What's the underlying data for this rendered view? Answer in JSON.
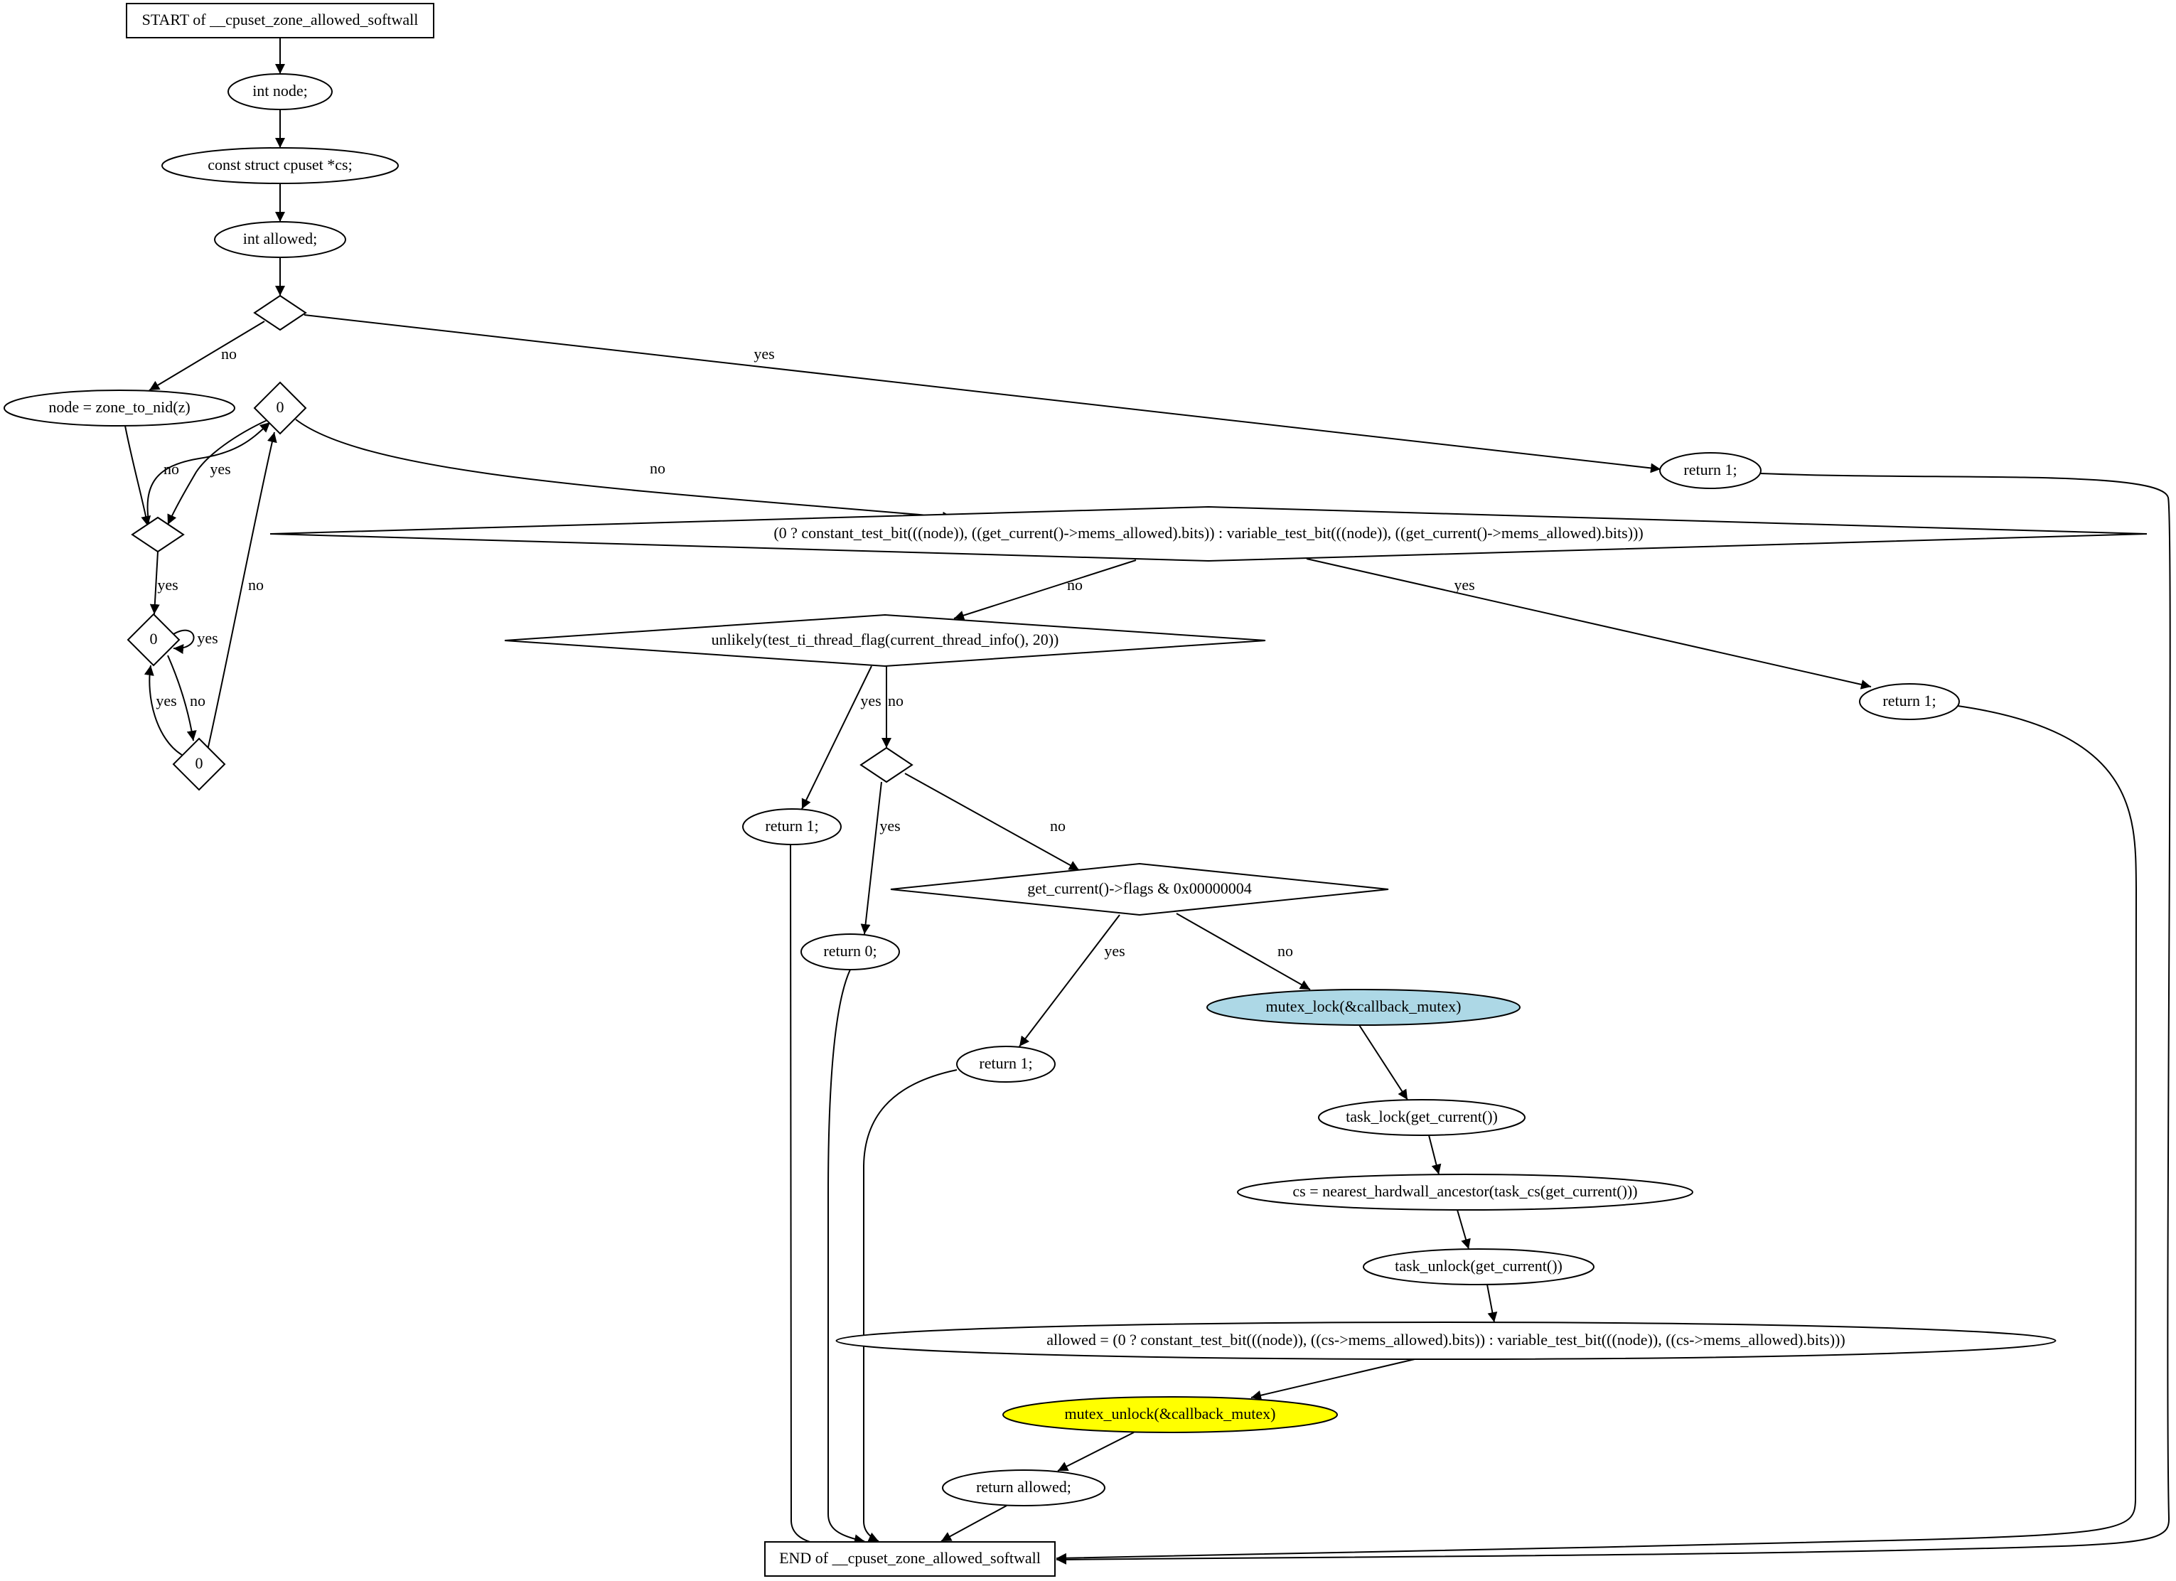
{
  "diagram": {
    "nodes": [
      {
        "id": "start",
        "shape": "box",
        "label": "START of __cpuset_zone_allowed_softwall"
      },
      {
        "id": "decl_node",
        "shape": "ellipse",
        "label": "int node;"
      },
      {
        "id": "decl_cs",
        "shape": "ellipse",
        "label": "const struct cpuset *cs;"
      },
      {
        "id": "decl_allowed",
        "shape": "ellipse",
        "label": "int allowed;"
      },
      {
        "id": "d_first",
        "shape": "diamond",
        "label": ""
      },
      {
        "id": "node_assign",
        "shape": "ellipse",
        "label": "node = zone_to_nid(z)"
      },
      {
        "id": "d_zero_a",
        "shape": "diamond",
        "label": "0"
      },
      {
        "id": "return1_a",
        "shape": "ellipse",
        "label": "return 1;"
      },
      {
        "id": "d_loop",
        "shape": "diamond",
        "label": ""
      },
      {
        "id": "d_zero_b",
        "shape": "diamond",
        "label": "0"
      },
      {
        "id": "d_zero_c",
        "shape": "diamond",
        "label": "0"
      },
      {
        "id": "d_test_bit",
        "shape": "diamond",
        "label": "(0 ? constant_test_bit(((node)), ((get_current()->mems_allowed).bits)) : variable_test_bit(((node)), ((get_current()->mems_allowed).bits)))"
      },
      {
        "id": "d_unlikely",
        "shape": "diamond",
        "label": "unlikely(test_ti_thread_flag(current_thread_info(), 20))"
      },
      {
        "id": "return1_b",
        "shape": "ellipse",
        "label": "return 1;"
      },
      {
        "id": "return1_c",
        "shape": "ellipse",
        "label": "return 1;"
      },
      {
        "id": "d_mid",
        "shape": "diamond",
        "label": ""
      },
      {
        "id": "return0",
        "shape": "ellipse",
        "label": "return 0;"
      },
      {
        "id": "d_flags",
        "shape": "diamond",
        "label": "get_current()->flags & 0x00000004"
      },
      {
        "id": "return1_d",
        "shape": "ellipse",
        "label": "return 1;"
      },
      {
        "id": "mutex_lock",
        "shape": "ellipse",
        "label": "mutex_lock(&callback_mutex)"
      },
      {
        "id": "task_lock",
        "shape": "ellipse",
        "label": "task_lock(get_current())"
      },
      {
        "id": "cs_assign",
        "shape": "ellipse",
        "label": "cs = nearest_hardwall_ancestor(task_cs(get_current()))"
      },
      {
        "id": "task_unlock",
        "shape": "ellipse",
        "label": "task_unlock(get_current())"
      },
      {
        "id": "allowed_assign",
        "shape": "ellipse",
        "label": "allowed = (0 ? constant_test_bit(((node)), ((cs->mems_allowed).bits)) : variable_test_bit(((node)), ((cs->mems_allowed).bits)))"
      },
      {
        "id": "mutex_unlock",
        "shape": "ellipse",
        "label": "mutex_unlock(&callback_mutex)"
      },
      {
        "id": "return_allowed",
        "shape": "ellipse",
        "label": "return allowed;"
      },
      {
        "id": "end",
        "shape": "box",
        "label": "END of __cpuset_zone_allowed_softwall"
      }
    ],
    "edges": [
      {
        "from": "start",
        "to": "decl_node",
        "label": ""
      },
      {
        "from": "decl_node",
        "to": "decl_cs",
        "label": ""
      },
      {
        "from": "decl_cs",
        "to": "decl_allowed",
        "label": ""
      },
      {
        "from": "decl_allowed",
        "to": "d_first",
        "label": ""
      },
      {
        "from": "d_first",
        "to": "node_assign",
        "label": "no"
      },
      {
        "from": "d_first",
        "to": "return1_a",
        "label": "yes"
      },
      {
        "from": "node_assign",
        "to": "d_loop",
        "label": ""
      },
      {
        "from": "d_loop",
        "to": "d_zero_a",
        "label": "no"
      },
      {
        "from": "d_zero_a",
        "to": "d_loop",
        "label": "yes"
      },
      {
        "from": "d_zero_a",
        "to": "d_test_bit",
        "label": "no"
      },
      {
        "from": "d_loop",
        "to": "d_zero_b",
        "label": "yes"
      },
      {
        "from": "d_zero_b",
        "to": "d_zero_b",
        "label": "yes"
      },
      {
        "from": "d_zero_b",
        "to": "d_zero_c",
        "label": "no"
      },
      {
        "from": "d_zero_c",
        "to": "d_zero_b",
        "label": "yes"
      },
      {
        "from": "d_zero_c",
        "to": "d_zero_a",
        "label": "no"
      },
      {
        "from": "d_test_bit",
        "to": "d_unlikely",
        "label": "no"
      },
      {
        "from": "d_test_bit",
        "to": "return1_c",
        "label": "yes"
      },
      {
        "from": "d_unlikely",
        "to": "return1_b",
        "label": "yes"
      },
      {
        "from": "d_unlikely",
        "to": "d_mid",
        "label": "no"
      },
      {
        "from": "d_mid",
        "to": "return0",
        "label": "yes"
      },
      {
        "from": "d_mid",
        "to": "d_flags",
        "label": "no"
      },
      {
        "from": "d_flags",
        "to": "return1_d",
        "label": "yes"
      },
      {
        "from": "d_flags",
        "to": "mutex_lock",
        "label": "no"
      },
      {
        "from": "mutex_lock",
        "to": "task_lock",
        "label": ""
      },
      {
        "from": "task_lock",
        "to": "cs_assign",
        "label": ""
      },
      {
        "from": "cs_assign",
        "to": "task_unlock",
        "label": ""
      },
      {
        "from": "task_unlock",
        "to": "allowed_assign",
        "label": ""
      },
      {
        "from": "allowed_assign",
        "to": "mutex_unlock",
        "label": ""
      },
      {
        "from": "mutex_unlock",
        "to": "return_allowed",
        "label": ""
      },
      {
        "from": "return1_a",
        "to": "end",
        "label": ""
      },
      {
        "from": "return1_b",
        "to": "end",
        "label": ""
      },
      {
        "from": "return1_c",
        "to": "end",
        "label": ""
      },
      {
        "from": "return0",
        "to": "end",
        "label": ""
      },
      {
        "from": "return1_d",
        "to": "end",
        "label": ""
      },
      {
        "from": "return_allowed",
        "to": "end",
        "label": ""
      }
    ],
    "colors": {
      "line": "#000000",
      "node_fill": "#ffffff",
      "mutex_lock_fill": "#add8e6",
      "mutex_unlock_fill": "#ffff00"
    }
  }
}
